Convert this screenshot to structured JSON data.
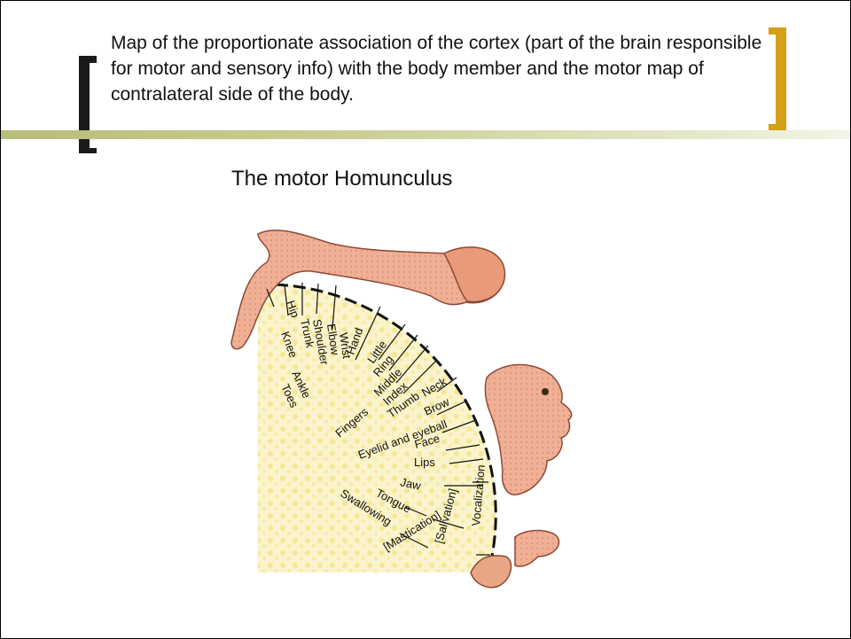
{
  "caption": "Map of the proportionate association of the cortex (part of the brain responsible for motor and sensory info) with the body member and the motor map of contralateral side of the body.",
  "figure_title": "The motor Homunculus",
  "labels": {
    "hip": "Hip",
    "knee": "Knee",
    "ankle": "Ankle",
    "toes": "Toes",
    "trunk": "Trunk",
    "shoulder": "Shoulder",
    "elbow": "Elbow",
    "wrist": "Wrist",
    "hand": "Hand",
    "little": "Little",
    "ring": "Ring",
    "middle": "Middle",
    "index": "Index",
    "thumb": "Thumb",
    "neck": "Neck",
    "brow": "Brow",
    "fingers": "Fingers",
    "eyelid": "Eyelid and eyeball",
    "face": "Face",
    "lips": "Lips",
    "jaw": "Jaw",
    "tongue": "Tongue",
    "swallowing": "Swallowing",
    "mastication": "[Mastication]",
    "salivation": "[Salivation]",
    "vocalization": "Vocalization"
  },
  "colors": {
    "accent_right_bracket": "#d4a017",
    "title_band": "#b8bd7a",
    "cortex_fill": "#f6ecb0",
    "body_fill": "#efa98c"
  }
}
